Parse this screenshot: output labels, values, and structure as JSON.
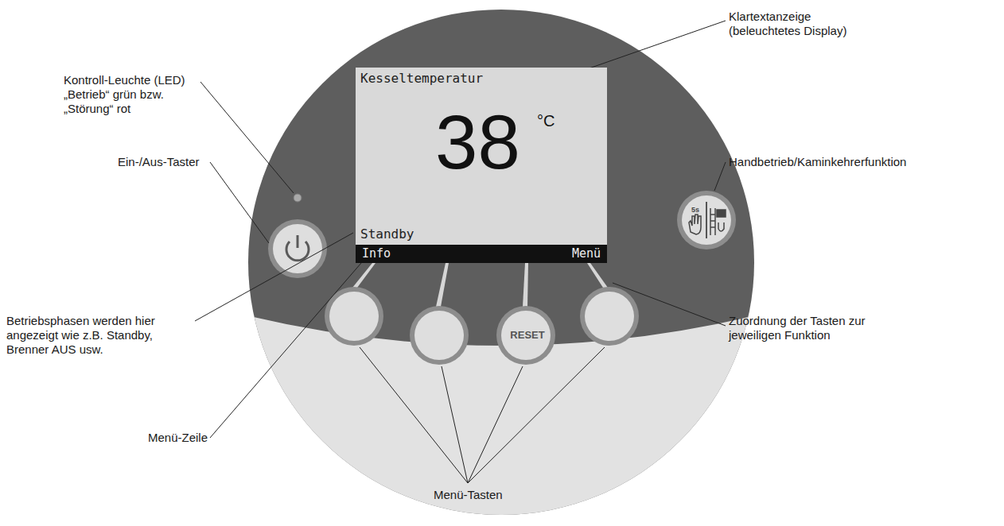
{
  "diagram": {
    "nodes": [
      {
        "text": [
          "Kesseltemperatur",
          "38",
          "°C",
          "Standby"
        ]
      },
      {
        "text": [
          "Info",
          "Menü"
        ],
        "in": 0
      },
      {
        "text": [
          "RESET"
        ]
      }
    ],
    "labels": [
      "Kontroll-Leuchte (LED) „Betrieb“ grün bzw. „Störung“ rot",
      "Ein-/Aus-Taster",
      "Betriebsphasen werden hier angezeigt wie z.B. Standby, Brenner AUS usw.",
      "Menü-Zeile",
      "Menü-Tasten",
      "Klartextanzeige (beleuchtetes Display)",
      "Handbetrieb/Kaminkehrerfunktion",
      "Zuordnung der Tasten zur jeweiligen Funktion",
      "5s"
    ]
  }
}
